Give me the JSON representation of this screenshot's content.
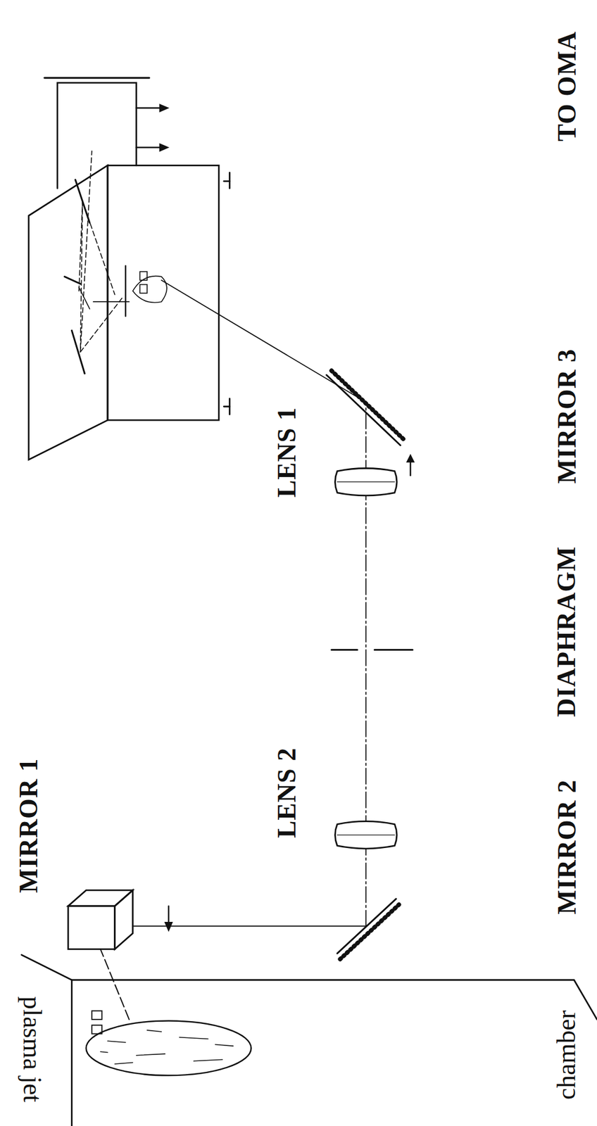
{
  "diagram": {
    "labels": [
      "MIRROR 1",
      "LENS 2",
      "MIRROR 2",
      "DIAPHRAGM",
      "LENS 1",
      "MIRROR 3",
      "TO OMA",
      "chamber",
      "plasma jet"
    ]
  }
}
